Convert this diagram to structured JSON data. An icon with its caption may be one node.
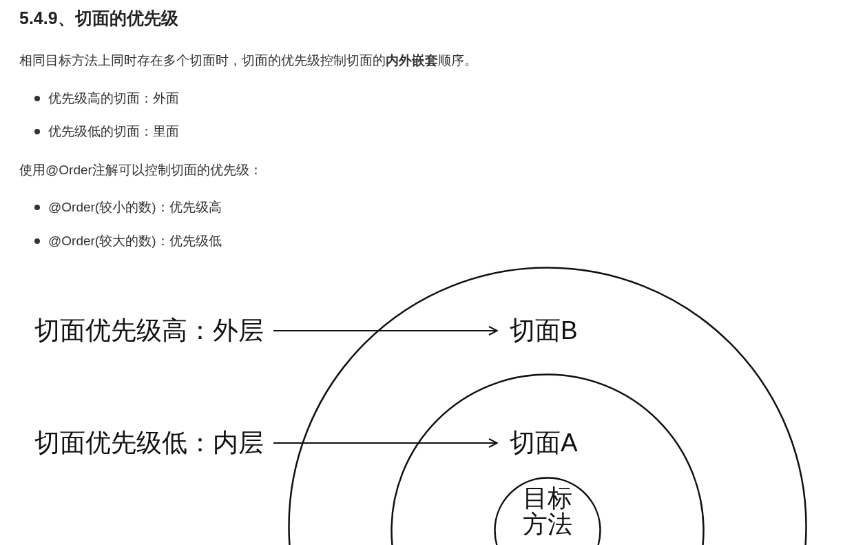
{
  "diagram": {
    "title": "5.4.9、切面的优先级",
    "nodes": [
      {
        "text": [],
        "shape": "circle"
      },
      {
        "text": [
          "切面B"
        ],
        "in": 0
      },
      {
        "text": [],
        "shape": "circle",
        "in": 0
      },
      {
        "text": [
          "切面A"
        ],
        "in": 2
      },
      {
        "text": [
          "目标方法"
        ],
        "in": 2
      },
      {
        "text": [
          "切面优先级高：外层"
        ]
      },
      {
        "text": [
          "切面优先级低：内层"
        ]
      }
    ],
    "edges": [
      {
        "from": 5,
        "to": 1,
        "arrow": "to"
      },
      {
        "from": 6,
        "to": 3,
        "arrow": "to"
      }
    ],
    "labels": [
      "相同目标方法上同时存在多个切面时，切面的优先级控制切面的**内外嵌套**顺序。",
      "优先级高的切面：外面",
      "优先级低的切面：里面",
      "使用@Order注解可以控制切面的优先级：",
      "@Order(较小的数)：优先级高",
      "@Order(较大的数)：优先级低"
    ]
  }
}
